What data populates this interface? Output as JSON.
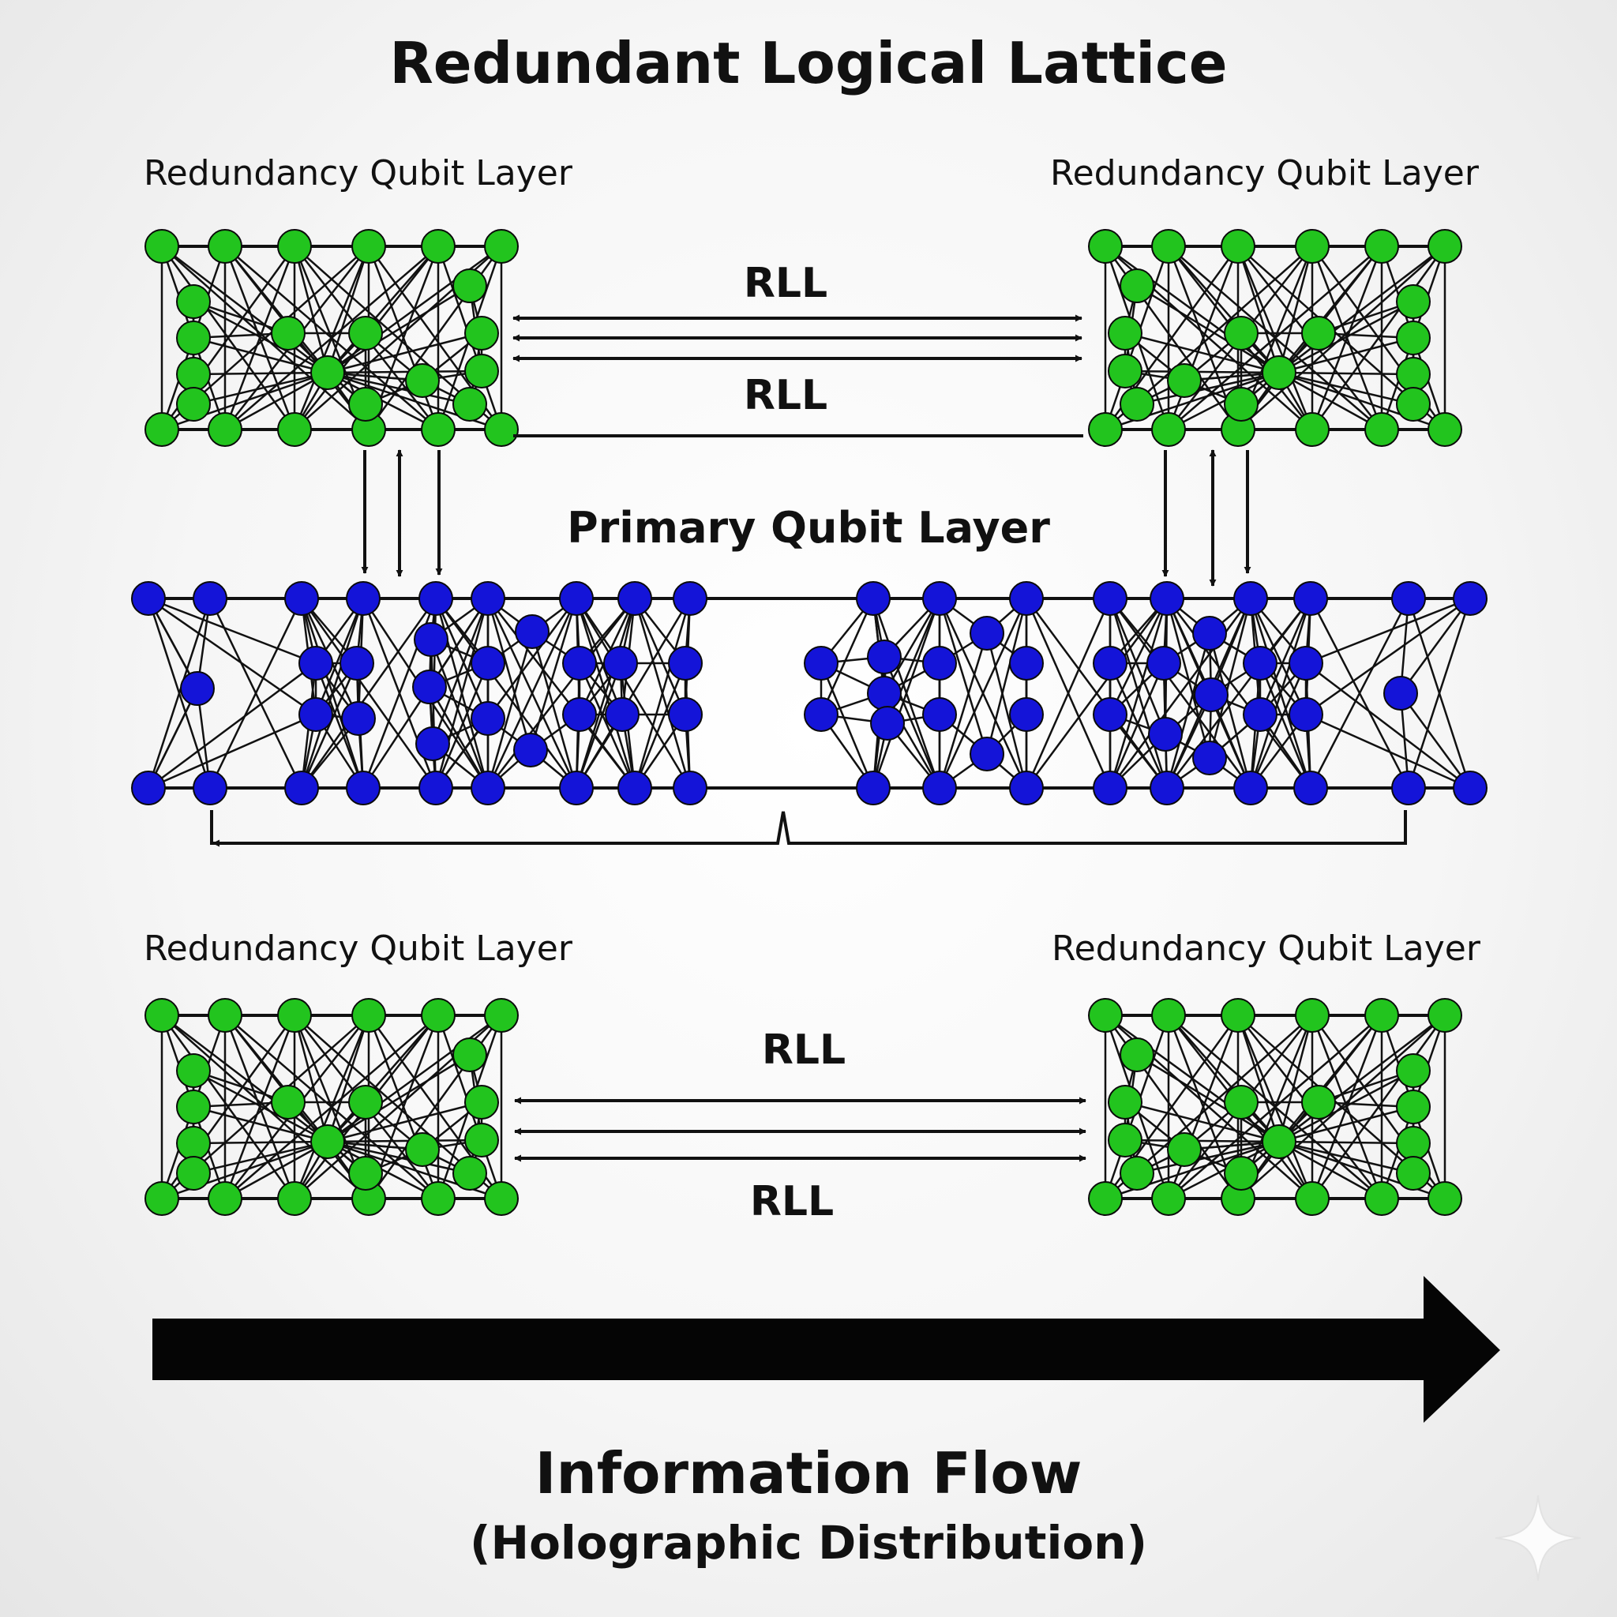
{
  "title": "Redundant Logical Lattice",
  "redundancy_label": "Redundancy Qubit Layer",
  "primary_label": "Primary Qubit Layer",
  "link_label": "RLL",
  "flow_title": "Information Flow",
  "flow_subtitle": "(Holographic Distribution)",
  "colors": {
    "redundancy_node": "#22c41e",
    "primary_node": "#1414d8",
    "edge": "#111111"
  },
  "icons": [
    "right-arrow-icon",
    "sparkle-icon"
  ]
}
